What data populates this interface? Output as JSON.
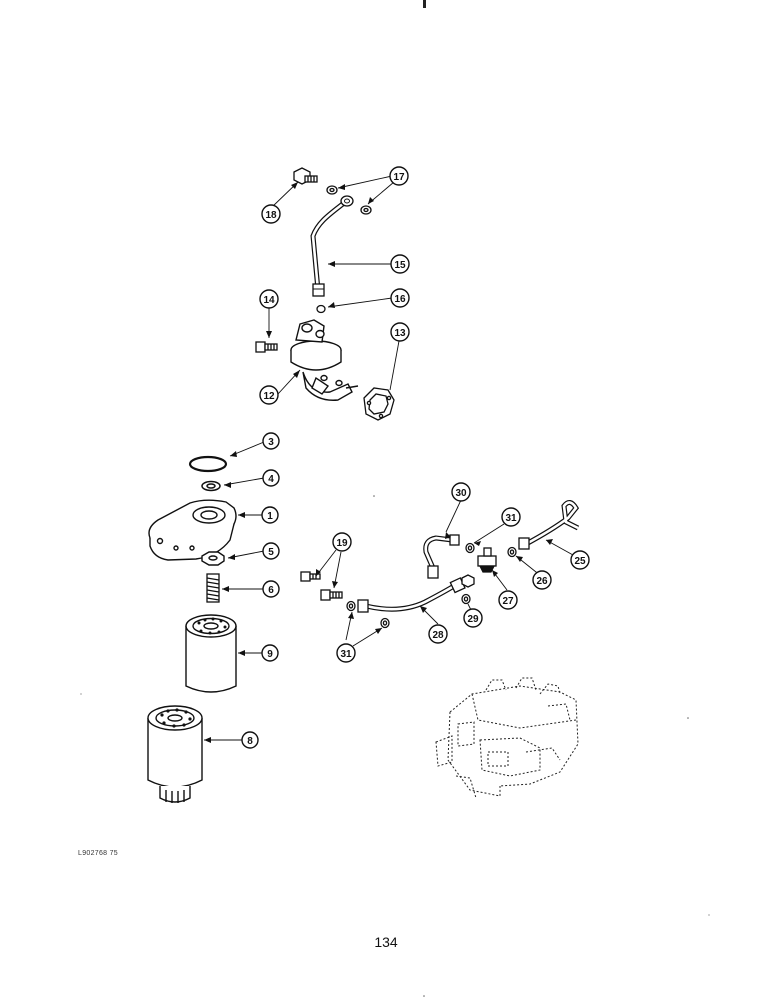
{
  "figure": {
    "reference_code": "L902768 75",
    "page_number": "134"
  },
  "callouts": [
    {
      "id": "c1",
      "label": "1"
    },
    {
      "id": "c3",
      "label": "3"
    },
    {
      "id": "c4",
      "label": "4"
    },
    {
      "id": "c5",
      "label": "5"
    },
    {
      "id": "c6",
      "label": "6"
    },
    {
      "id": "c8",
      "label": "8"
    },
    {
      "id": "c9",
      "label": "9"
    },
    {
      "id": "c12",
      "label": "12"
    },
    {
      "id": "c13",
      "label": "13"
    },
    {
      "id": "c14",
      "label": "14"
    },
    {
      "id": "c15",
      "label": "15"
    },
    {
      "id": "c16",
      "label": "16"
    },
    {
      "id": "c17",
      "label": "17"
    },
    {
      "id": "c18",
      "label": "18"
    },
    {
      "id": "c19",
      "label": "19"
    },
    {
      "id": "c25",
      "label": "25"
    },
    {
      "id": "c26",
      "label": "26"
    },
    {
      "id": "c27",
      "label": "27"
    },
    {
      "id": "c28",
      "label": "28"
    },
    {
      "id": "c29",
      "label": "29"
    },
    {
      "id": "c30",
      "label": "30"
    },
    {
      "id": "c31a",
      "label": "31"
    },
    {
      "id": "c31b",
      "label": "31"
    }
  ]
}
